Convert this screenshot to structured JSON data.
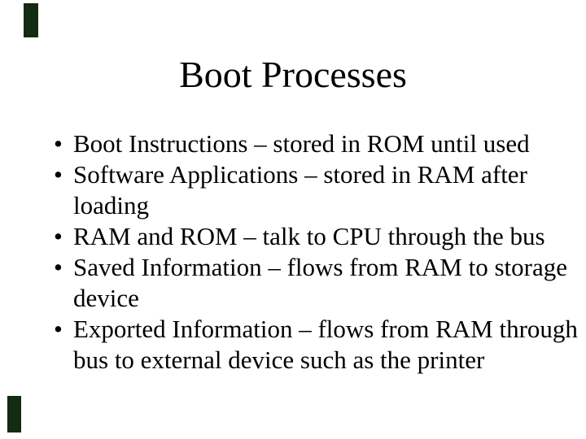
{
  "slide": {
    "title": "Boot Processes",
    "bullet_glyph": "•",
    "bullets": [
      {
        "lines": [
          "Boot Instructions – stored in ROM until used"
        ]
      },
      {
        "lines": [
          "Software Applications – stored in RAM after",
          "loading"
        ]
      },
      {
        "lines": [
          "RAM and ROM – talk to CPU through the bus"
        ]
      },
      {
        "lines": [
          "Saved Information – flows from RAM to storage",
          "device"
        ]
      },
      {
        "lines": [
          "Exported Information – flows from RAM through",
          "bus to external device such as the printer"
        ]
      }
    ],
    "colors": {
      "background": "#ffffff",
      "text": "#000000",
      "corner_marks": "#122b12"
    }
  }
}
